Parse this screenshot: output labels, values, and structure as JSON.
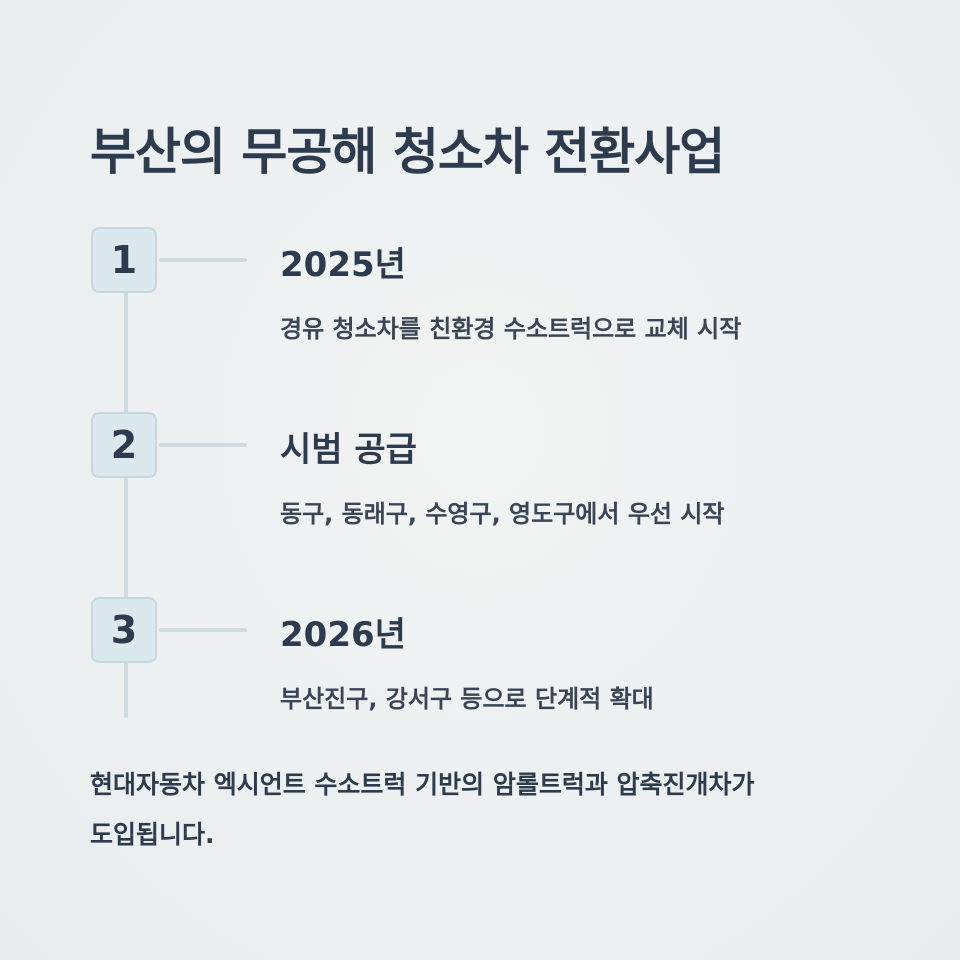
{
  "title": "부산의 무공해 청소차 전환사업",
  "steps": [
    {
      "number": "1",
      "heading": "2025년",
      "description": "경유 청소차를 친환경 수소트럭으로 교체 시작"
    },
    {
      "number": "2",
      "heading": "시범 공급",
      "description": "동구, 동래구, 수영구, 영도구에서 우선 시작"
    },
    {
      "number": "3",
      "heading": "2026년",
      "description": "부산진구, 강서구 등으로 단계적 확대"
    }
  ],
  "footer": {
    "line1": "현대자동차 엑시언트 수소트럭 기반의 암롤트럭과 압축진개차가",
    "line2": "도입됩니다."
  }
}
